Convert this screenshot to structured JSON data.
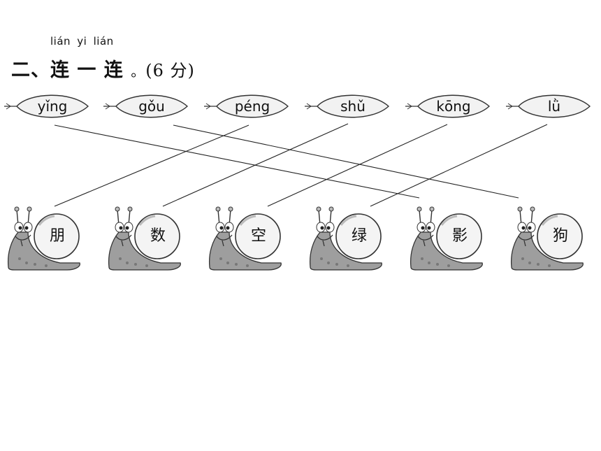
{
  "header": {
    "pinyin": "lián  yi  lián",
    "title_number": "二、",
    "title_text": "连 一 连",
    "title_dot": "。",
    "score": "(6 分)"
  },
  "leaves": [
    {
      "pinyin": "yǐng"
    },
    {
      "pinyin": "gǒu"
    },
    {
      "pinyin": "péng"
    },
    {
      "pinyin": "shǔ"
    },
    {
      "pinyin": "kōng"
    },
    {
      "pinyin": "lǜ"
    }
  ],
  "snails": [
    {
      "char": "朋"
    },
    {
      "char": "数"
    },
    {
      "char": "空"
    },
    {
      "char": "绿"
    },
    {
      "char": "影"
    },
    {
      "char": "狗"
    }
  ],
  "colors": {
    "leaf_fill": "#f2f2f2",
    "snail_body": "#9e9e9e",
    "shell_fill": "#f4f4f4"
  }
}
